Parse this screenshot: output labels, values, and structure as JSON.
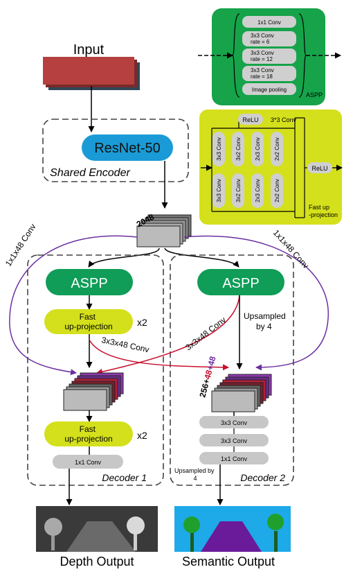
{
  "input_label": "Input",
  "encoder": {
    "block": "ResNet-50",
    "label": "Shared Encoder"
  },
  "feature": {
    "channels": "2048"
  },
  "skip_left": "1x1x48 Conv",
  "skip_right": "1x1x48 Conv",
  "aspp_panel": {
    "items": [
      "1x1 Conv",
      "3x3 Conv\nrate = 6",
      "3x3 Conv\nrate = 12",
      "3x3 Conv\nrate = 18",
      "Image pooling"
    ],
    "label": "ASPP"
  },
  "fup_panel": {
    "relu_top": "ReLU",
    "conv_top": "3*3 Conv",
    "top_row": [
      "3x3 Conv",
      "3x2 Conv",
      "2x3 Conv",
      "2x2 Conv"
    ],
    "bottom_row": [
      "3x3 Conv",
      "3x2 Conv",
      "2x3 Conv",
      "2x2 Conv"
    ],
    "relu_right": "ReLU",
    "label": "Fast up\n-projection"
  },
  "decoder1": {
    "aspp": "ASPP",
    "fup1": "Fast\nup-projection",
    "times1": "x2",
    "cross_conv": "3x3x48 Conv",
    "fup2": "Fast\nup-projection",
    "times2": "x2",
    "head": "1x1 Conv",
    "label": "Decoder 1"
  },
  "decoder2": {
    "aspp": "ASPP",
    "cross_conv": "3x3x48 Conv",
    "upsampled": "Upsampled\nby 4",
    "concat_a": "256+",
    "concat_b": "48",
    "concat_c": "+48",
    "head": [
      "3x3 Conv",
      "3x3 Conv",
      "1x1 Conv"
    ],
    "upsampled2": "Upsampled by\n4",
    "label": "Decoder 2"
  },
  "outputs": {
    "depth": "Depth Output",
    "semantic": "Semantic Output"
  },
  "colors": {
    "aspp_green": "#0f9d58",
    "resnet_blue": "#1a9bd7",
    "fup_yellow": "#d4e01b",
    "panel_green": "#16a34a",
    "skip_purple": "#6b2fa0",
    "cross_red": "#c8102e"
  }
}
